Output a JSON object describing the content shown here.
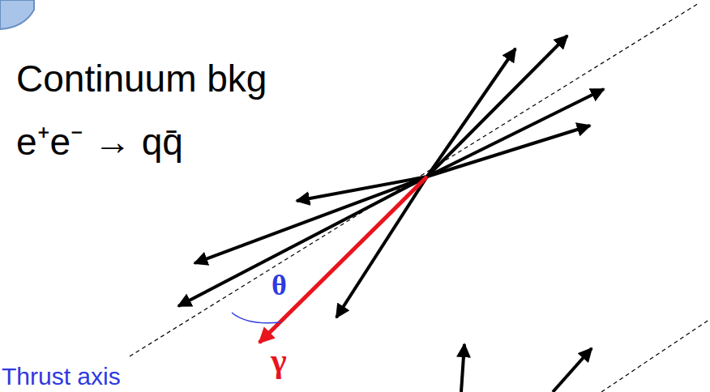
{
  "diagram": {
    "labels": [
      "Continuum bkg",
      "e⁺e⁻ → qq̄",
      "θ",
      "γ",
      "Thrust axis"
    ]
  }
}
